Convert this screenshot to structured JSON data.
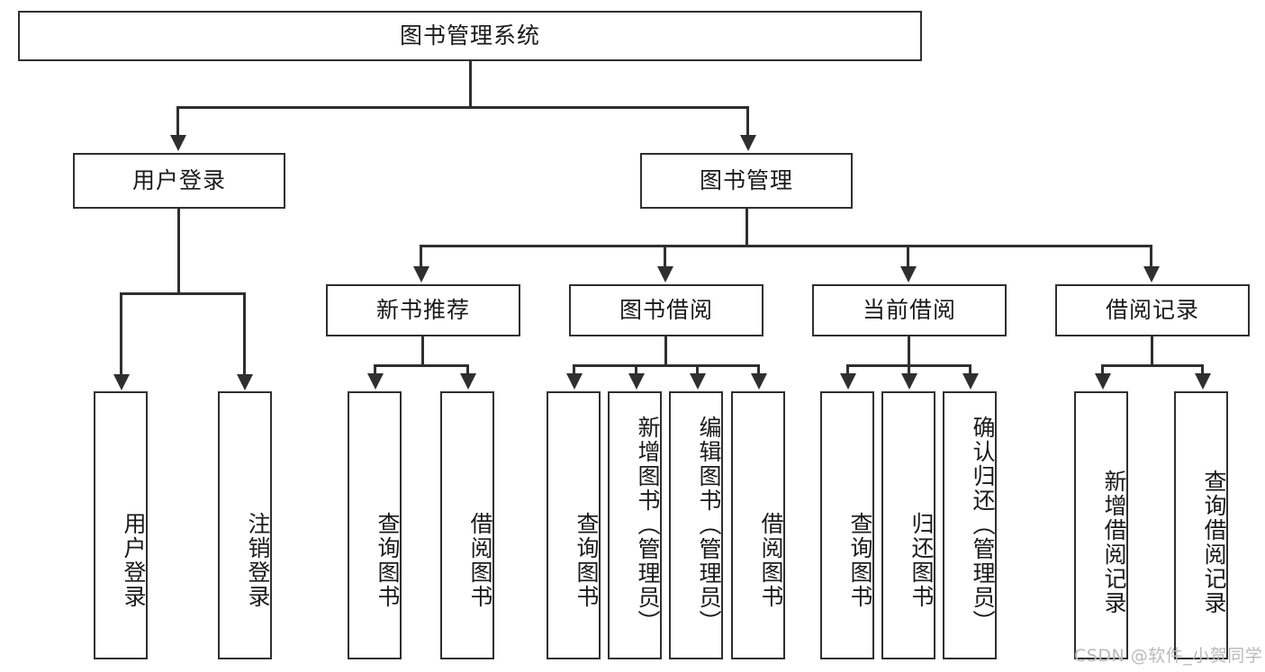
{
  "diagram": {
    "type": "tree-hierarchy",
    "title": "图书管理系统",
    "root": {
      "label": "图书管理系统",
      "children": [
        {
          "label": "用户登录",
          "children": [
            {
              "label": "用户登录"
            },
            {
              "label": "注销登录"
            }
          ]
        },
        {
          "label": "图书管理",
          "children": [
            {
              "label": "新书推荐",
              "children": [
                {
                  "label": "查询图书"
                },
                {
                  "label": "借阅图书"
                }
              ]
            },
            {
              "label": "图书借阅",
              "children": [
                {
                  "label": "查询图书"
                },
                {
                  "label": "新增图书（管理员）"
                },
                {
                  "label": "编辑图书（管理员）"
                },
                {
                  "label": "借阅图书"
                }
              ]
            },
            {
              "label": "当前借阅",
              "children": [
                {
                  "label": "查询图书"
                },
                {
                  "label": "归还图书"
                },
                {
                  "label": "确认归还（管理员）"
                }
              ]
            },
            {
              "label": "借阅记录",
              "children": [
                {
                  "label": "新增借阅记录"
                },
                {
                  "label": "查询借阅记录"
                }
              ]
            }
          ]
        }
      ]
    }
  },
  "nodes": {
    "root": "图书管理系统",
    "l2": {
      "user_login": "用户登录",
      "book_manage": "图书管理"
    },
    "l3": {
      "new_book_rec": "新书推荐",
      "book_borrow": "图书借阅",
      "current_borrow": "当前借阅",
      "borrow_record": "借阅记录"
    },
    "leaves": {
      "user_login_1": "用户登录",
      "user_login_2": "注销登录",
      "new_book_1": "查询图书",
      "new_book_2": "借阅图书",
      "borrow_1": "查询图书",
      "borrow_2": "新增图书（管理员）",
      "borrow_3": "编辑图书（管理员）",
      "borrow_4": "借阅图书",
      "current_1": "查询图书",
      "current_2": "归还图书",
      "current_3": "确认归还（管理员）",
      "record_1": "新增借阅记录",
      "record_2": "查询借阅记录"
    }
  },
  "watermark": {
    "text": "CSDN @软件_小贺同学"
  },
  "colors": {
    "stroke": "#2f2f2f",
    "background": "#ffffff",
    "text": "#1a1a1a",
    "watermark": "#b9b9b9"
  }
}
